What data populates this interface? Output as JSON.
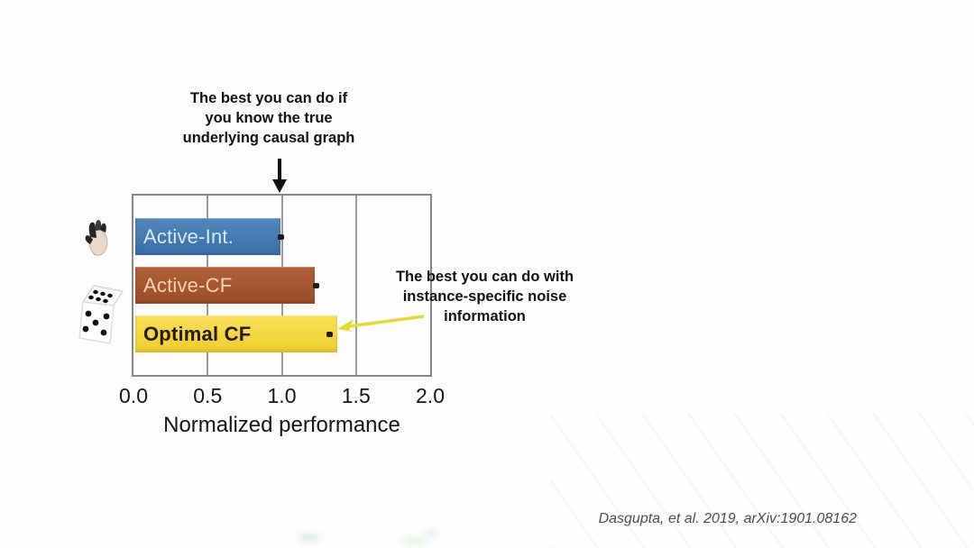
{
  "citation": "Dasgupta, et al. 2019, arXiv:1901.08162",
  "icons": {
    "row_active_int": "hand-icon",
    "row_dice": "dice-icon"
  },
  "chart_data": {
    "type": "bar",
    "orientation": "horizontal",
    "title": "",
    "categories": [
      "Active-Int.",
      "Active-CF",
      "Optimal CF"
    ],
    "values": [
      0.98,
      1.21,
      1.36
    ],
    "error_marker_x": [
      0.99,
      1.23,
      1.32
    ],
    "bar_colors": [
      "#3d74ad",
      "#a0522d",
      "#f2d335"
    ],
    "bar_gradients": [
      [
        "#5486bb",
        "#386fa8"
      ],
      [
        "#b06038",
        "#9b4d29"
      ],
      [
        "#f8e058",
        "#efce2d"
      ]
    ],
    "bar_label_colors": [
      "#d8eafb",
      "#f7d4b3",
      "#241b06"
    ],
    "marker_color": "#1c1c1c",
    "grid": true,
    "grid_color": "#9b9b9b",
    "xlabel": "Normalized performance",
    "xticks": [
      0.0,
      0.5,
      1.0,
      1.5,
      2.0
    ],
    "xtick_labels": [
      "0.0",
      "0.5",
      "1.0",
      "1.5",
      "2.0"
    ],
    "xlim": [
      0,
      2
    ],
    "legend": false,
    "annotations": [
      {
        "id": "causal-graph-note",
        "line1": "The best you can do if",
        "line2": "you know the true",
        "line3": "underlying causal graph",
        "arrow_color": "#111111",
        "points_to_x": 1.0
      },
      {
        "id": "noise-info-note",
        "line1": "The best you can do with",
        "line2": "instance-specific noise",
        "line3": "information",
        "arrow_color": "#e4da31",
        "points_to": "Optimal CF marker"
      }
    ]
  }
}
